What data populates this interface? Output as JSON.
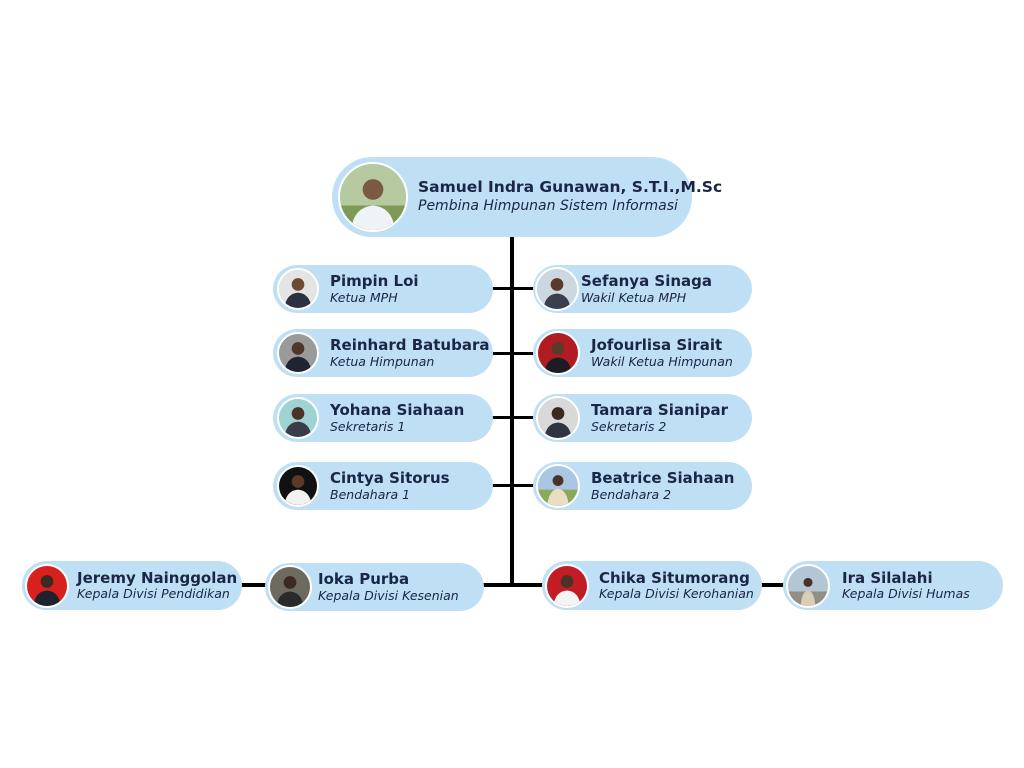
{
  "colors": {
    "node_fill": "#bfdff4",
    "connector": "#000000",
    "text": "#1a2547"
  },
  "top": {
    "name": "Samuel Indra Gunawan, S.T.I.,M.Sc",
    "role": "Pembina Himpunan Sistem Informasi"
  },
  "members": {
    "pimpin": {
      "name": "Pimpin Loi",
      "role": "Ketua MPH"
    },
    "sefanya": {
      "name": "Sefanya Sinaga",
      "role": "Wakil Ketua MPH"
    },
    "reinhard": {
      "name": "Reinhard Batubara",
      "role": "Ketua Himpunan"
    },
    "jofourlisa": {
      "name": "Jofourlisa Sirait",
      "role": "Wakil Ketua Himpunan"
    },
    "yohana": {
      "name": "Yohana Siahaan",
      "role": "Sekretaris 1"
    },
    "tamara": {
      "name": "Tamara Sianipar",
      "role": "Sekretaris 2"
    },
    "cintya": {
      "name": "Cintya Sitorus",
      "role": "Bendahara 1"
    },
    "beatrice": {
      "name": "Beatrice Siahaan",
      "role": "Bendahara 2"
    },
    "jeremy": {
      "name": "Jeremy Nainggolan",
      "role": "Kepala Divisi Pendidikan"
    },
    "ioka": {
      "name": "Ioka Purba",
      "role": "Kepala Divisi Kesenian"
    },
    "chika": {
      "name": "Chika Situmorang",
      "role": "Kepala Divisi Kerohanian"
    },
    "ira": {
      "name": "Ira Silalahi",
      "role": "Kepala Divisi Humas"
    }
  }
}
